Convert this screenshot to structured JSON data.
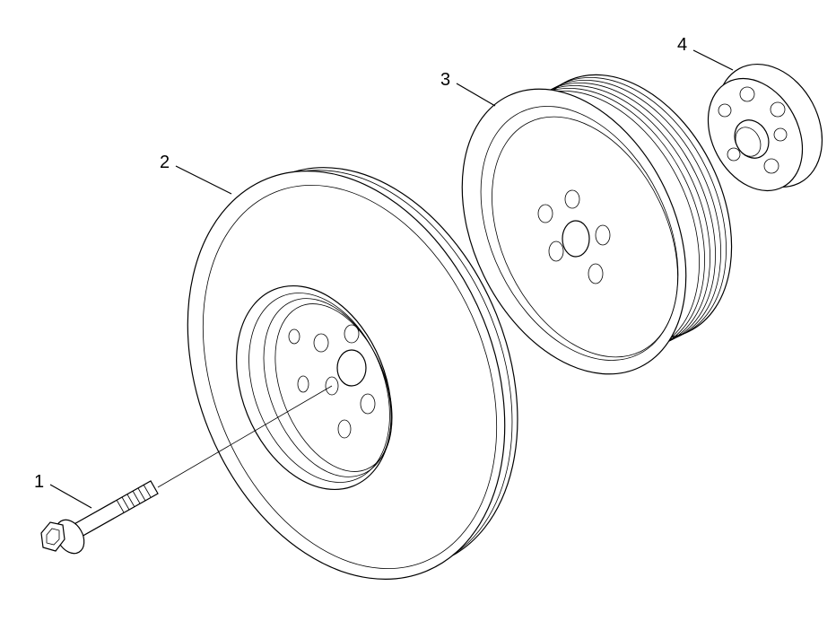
{
  "callouts": [
    {
      "id": "1",
      "label": "1",
      "part": "bolt"
    },
    {
      "id": "2",
      "label": "2",
      "part": "damper-pulley"
    },
    {
      "id": "3",
      "label": "3",
      "part": "ribbed-pulley"
    },
    {
      "id": "4",
      "label": "4",
      "part": "hub-spacer"
    }
  ],
  "colors": {
    "line": "#000000",
    "background": "#ffffff"
  }
}
